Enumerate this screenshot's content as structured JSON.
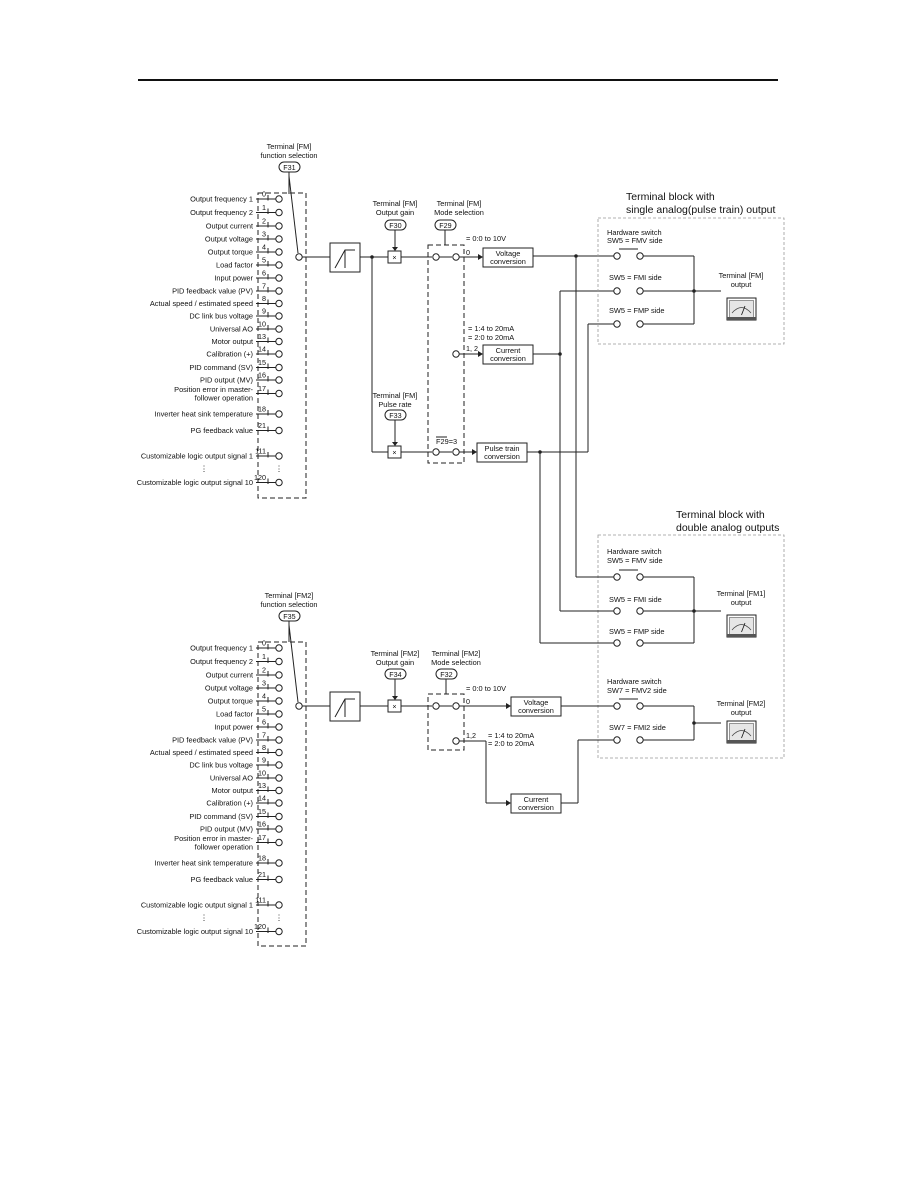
{
  "top": {
    "selector_label": [
      "Terminal [FM]",
      "function selection"
    ],
    "selector_code": "F31",
    "gain_label": [
      "Terminal [FM]",
      "Output gain"
    ],
    "gain_code": "F30",
    "mode_label": [
      "Terminal [FM]",
      "Mode selection"
    ],
    "mode_code": "F29",
    "rate_label": [
      "Terminal [FM]",
      "Pulse rate"
    ],
    "rate_code": "F33",
    "mode_v": "= 0:0 to 10V",
    "mode_v_tap": "0",
    "mode_c1": "= 1:4 to 20mA",
    "mode_c2": "= 2:0 to 20mA",
    "mode_c_tap": "1, 2",
    "mode_p": "F29=3",
    "volt_box": [
      "Voltage",
      "conversion"
    ],
    "curr_box": [
      "Current",
      "conversion"
    ],
    "pulse_box": [
      "Pulse train",
      "conversion"
    ],
    "block_title": [
      "Terminal block with",
      "single analog(pulse train) output"
    ],
    "hw_switch": [
      "Hardware switch",
      "SW5 = FMV side"
    ],
    "sw_fmi": "SW5 = FMI side",
    "sw_fmp": "SW5 = FMP side",
    "output_label": [
      "Terminal [FM]",
      "output"
    ]
  },
  "mid": {
    "block_title": [
      "Terminal block with",
      "double analog outputs"
    ],
    "hw_switch": [
      "Hardware switch",
      "SW5 = FMV side"
    ],
    "sw_fmi": "SW5 = FMI side",
    "sw_fmp": "SW5 = FMP side",
    "output_label": [
      "Terminal [FM1]",
      "output"
    ],
    "hw_switch2": [
      "Hardware switch",
      "SW7 = FMV2 side"
    ],
    "sw_fmi2": "SW7 = FMI2 side",
    "output_label2": [
      "Terminal [FM2]",
      "output"
    ]
  },
  "bottom": {
    "selector_label": [
      "Terminal [FM2]",
      "function selection"
    ],
    "selector_code": "F35",
    "gain_label": [
      "Terminal [FM2]",
      "Output gain"
    ],
    "gain_code": "F34",
    "mode_label": [
      "Terminal [FM2]",
      "Mode selection"
    ],
    "mode_code": "F32",
    "mode_v": "= 0:0 to 10V",
    "mode_v_tap": "0",
    "mode_c1": "= 1:4 to 20mA",
    "mode_c2": "= 2:0 to 20mA",
    "mode_c_tap": "1,2",
    "volt_box": [
      "Voltage",
      "conversion"
    ],
    "curr_box": [
      "Current",
      "conversion"
    ]
  },
  "multiply_symbol": "×",
  "ellipsis": "⋮",
  "signals": [
    {
      "num": "0",
      "label": [
        "Output frequency 1"
      ]
    },
    {
      "num": "1",
      "label": [
        "Output frequency 2"
      ]
    },
    {
      "num": "2",
      "label": [
        "Output current"
      ]
    },
    {
      "num": "3",
      "label": [
        "Output voltage"
      ]
    },
    {
      "num": "4",
      "label": [
        "Output torque"
      ]
    },
    {
      "num": "5",
      "label": [
        "Load factor"
      ]
    },
    {
      "num": "6",
      "label": [
        "Input power"
      ]
    },
    {
      "num": "7",
      "label": [
        "PID feedback value (PV)"
      ]
    },
    {
      "num": "8",
      "label": [
        "Actual speed / estimated speed"
      ]
    },
    {
      "num": "9",
      "label": [
        "DC link bus voltage"
      ]
    },
    {
      "num": "10",
      "label": [
        "Universal AO"
      ]
    },
    {
      "num": "13",
      "label": [
        "Motor output"
      ]
    },
    {
      "num": "14",
      "label": [
        "Calibration (+)"
      ]
    },
    {
      "num": "15",
      "label": [
        "PID command (SV)"
      ]
    },
    {
      "num": "16",
      "label": [
        "PID output (MV)"
      ]
    },
    {
      "num": "17",
      "label": [
        "Position error in master-",
        "follower operation"
      ]
    },
    {
      "num": "18",
      "label": [
        "Inverter heat sink temperature"
      ]
    },
    {
      "num": "21",
      "label": [
        "PG feedback value"
      ]
    },
    {
      "num": "111",
      "label": [
        "Customizable logic output signal 1"
      ]
    },
    {
      "num": "120",
      "label": [
        "Customizable logic output signal 10"
      ]
    }
  ]
}
